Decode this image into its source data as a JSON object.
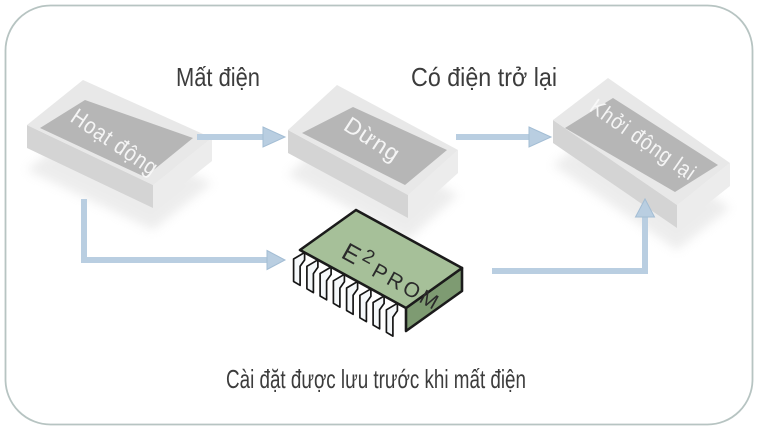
{
  "diagram": {
    "caption": "Cài đặt được lưu trước khi mất điện",
    "states": [
      {
        "id": "operating",
        "label": "Hoạt động"
      },
      {
        "id": "stopped",
        "label": "Dừng"
      },
      {
        "id": "restart",
        "label": "Khởi động lại"
      }
    ],
    "transitions": [
      {
        "id": "power-loss",
        "label": "Mất điện"
      },
      {
        "id": "power-restored",
        "label": "Có điện trở lại"
      }
    ],
    "chip": {
      "base": "E",
      "sup": "2",
      "rest": "PROM"
    },
    "colors": {
      "border": "#b7c4c2",
      "arrow": "#b9cee1",
      "chip_top": "#a6c099",
      "chip_side": "#7e9b72",
      "tray_rim": "#e8e8e8",
      "tray_inner": "#b6b6b6"
    }
  }
}
